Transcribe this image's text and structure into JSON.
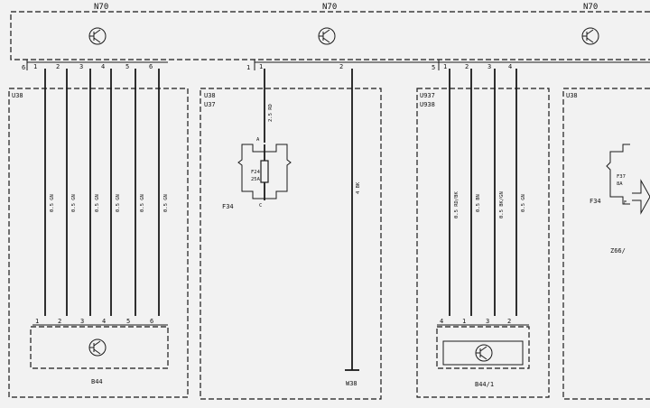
{
  "diagram": {
    "top_labels": [
      "N70",
      "N70",
      "N70"
    ],
    "top_connectors": [
      {
        "id": "6",
        "pins": [
          "1",
          "2",
          "3",
          "4",
          "5",
          "6"
        ]
      },
      {
        "id": "1",
        "pins": [
          "1",
          "2"
        ]
      },
      {
        "id": "5",
        "pins": [
          "1",
          "2",
          "3",
          "4"
        ]
      }
    ],
    "panels": [
      {
        "ids": [
          "U38"
        ],
        "wires": [
          "0.5 GN",
          "0.5 GN",
          "0.5 GN",
          "0.5 GN",
          "0.5 GN",
          "0.5 GN"
        ],
        "bottom_pins": [
          "1",
          "2",
          "3",
          "4",
          "5",
          "6"
        ],
        "component": "B44"
      },
      {
        "ids": [
          "U38",
          "U37"
        ],
        "wires": [
          "2.5 RD",
          "4 BK"
        ],
        "fuse": {
          "id": "F24",
          "rating": "25A",
          "block": "F34",
          "term_in": "A",
          "term_out": "C"
        },
        "ground": "W38"
      },
      {
        "ids": [
          "U937",
          "U938"
        ],
        "wires": [
          "0.5 RD/BK",
          "0.5 BN",
          "0.5 BK/GN",
          "0.5 GN"
        ],
        "bottom_pins": [
          "4",
          "1",
          "3",
          "2"
        ],
        "component": "B44/1"
      },
      {
        "ids": [
          "U38"
        ],
        "fuse": {
          "id": "F37",
          "rating": "8A",
          "block": "F34",
          "term": "E"
        },
        "ref": "Z66/"
      }
    ]
  }
}
